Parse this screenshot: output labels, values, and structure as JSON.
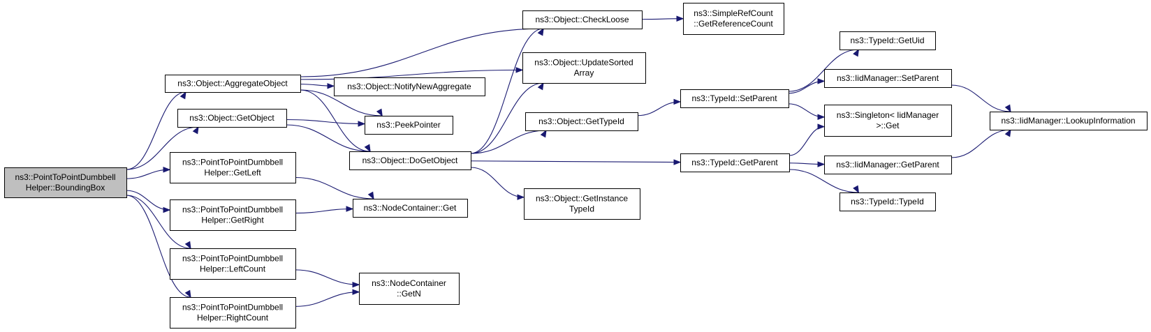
{
  "colors": {
    "edge": "#191970",
    "root_fill": "#bfbfbf",
    "node_fill": "#ffffff",
    "border": "#000000"
  },
  "nodes": [
    {
      "id": "bbox",
      "lines": [
        "ns3::PointToPointDumbbell",
        "Helper::BoundingBox"
      ],
      "root": true
    },
    {
      "id": "aggregate",
      "lines": [
        "ns3::Object::AggregateObject"
      ]
    },
    {
      "id": "getobject",
      "lines": [
        "ns3::Object::GetObject"
      ]
    },
    {
      "id": "getleft",
      "lines": [
        "ns3::PointToPointDumbbell",
        "Helper::GetLeft"
      ]
    },
    {
      "id": "getright",
      "lines": [
        "ns3::PointToPointDumbbell",
        "Helper::GetRight"
      ]
    },
    {
      "id": "leftcount",
      "lines": [
        "ns3::PointToPointDumbbell",
        "Helper::LeftCount"
      ]
    },
    {
      "id": "rightcount",
      "lines": [
        "ns3::PointToPointDumbbell",
        "Helper::RightCount"
      ]
    },
    {
      "id": "notify",
      "lines": [
        "ns3::Object::NotifyNewAggregate"
      ]
    },
    {
      "id": "peek",
      "lines": [
        "ns3::PeekPointer"
      ]
    },
    {
      "id": "dogetobject",
      "lines": [
        "ns3::Object::DoGetObject"
      ]
    },
    {
      "id": "ncget",
      "lines": [
        "ns3::NodeContainer::Get"
      ]
    },
    {
      "id": "ncgetn",
      "lines": [
        "ns3::NodeContainer",
        "::GetN"
      ]
    },
    {
      "id": "checkloose",
      "lines": [
        "ns3::Object::CheckLoose"
      ]
    },
    {
      "id": "updatesorted",
      "lines": [
        "ns3::Object::UpdateSorted",
        "Array"
      ]
    },
    {
      "id": "gettypeid",
      "lines": [
        "ns3::Object::GetTypeId"
      ]
    },
    {
      "id": "getinstance",
      "lines": [
        "ns3::Object::GetInstance",
        "TypeId"
      ]
    },
    {
      "id": "simpleref",
      "lines": [
        "ns3::SimpleRefCount",
        "::GetReferenceCount"
      ]
    },
    {
      "id": "setparent",
      "lines": [
        "ns3::TypeId::SetParent"
      ]
    },
    {
      "id": "getparent",
      "lines": [
        "ns3::TypeId::GetParent"
      ]
    },
    {
      "id": "getuid",
      "lines": [
        "ns3::TypeId::GetUid"
      ]
    },
    {
      "id": "iidsetparent",
      "lines": [
        "ns3::IidManager::SetParent"
      ]
    },
    {
      "id": "singleton",
      "lines": [
        "ns3::Singleton< IidManager",
        " >::Get"
      ]
    },
    {
      "id": "iidgetparent",
      "lines": [
        "ns3::IidManager::GetParent"
      ]
    },
    {
      "id": "typeid",
      "lines": [
        "ns3::TypeId::TypeId"
      ]
    },
    {
      "id": "lookup",
      "lines": [
        "ns3::IidManager::LookupInformation"
      ]
    }
  ],
  "edges": [
    [
      "bbox",
      "aggregate"
    ],
    [
      "bbox",
      "getobject"
    ],
    [
      "bbox",
      "getleft"
    ],
    [
      "bbox",
      "getright"
    ],
    [
      "bbox",
      "leftcount"
    ],
    [
      "bbox",
      "rightcount"
    ],
    [
      "aggregate",
      "checkloose"
    ],
    [
      "aggregate",
      "updatesorted"
    ],
    [
      "aggregate",
      "notify"
    ],
    [
      "aggregate",
      "peek"
    ],
    [
      "aggregate",
      "dogetobject"
    ],
    [
      "getobject",
      "peek"
    ],
    [
      "getobject",
      "dogetobject"
    ],
    [
      "getleft",
      "ncget"
    ],
    [
      "getright",
      "ncget"
    ],
    [
      "leftcount",
      "ncgetn"
    ],
    [
      "rightcount",
      "ncgetn"
    ],
    [
      "dogetobject",
      "checkloose"
    ],
    [
      "dogetobject",
      "updatesorted"
    ],
    [
      "dogetobject",
      "gettypeid"
    ],
    [
      "dogetobject",
      "getinstance"
    ],
    [
      "dogetobject",
      "getparent"
    ],
    [
      "checkloose",
      "simpleref"
    ],
    [
      "gettypeid",
      "setparent"
    ],
    [
      "setparent",
      "getuid"
    ],
    [
      "setparent",
      "iidsetparent"
    ],
    [
      "setparent",
      "singleton"
    ],
    [
      "getparent",
      "singleton"
    ],
    [
      "getparent",
      "iidgetparent"
    ],
    [
      "getparent",
      "typeid"
    ],
    [
      "iidsetparent",
      "lookup"
    ],
    [
      "iidgetparent",
      "lookup"
    ]
  ]
}
